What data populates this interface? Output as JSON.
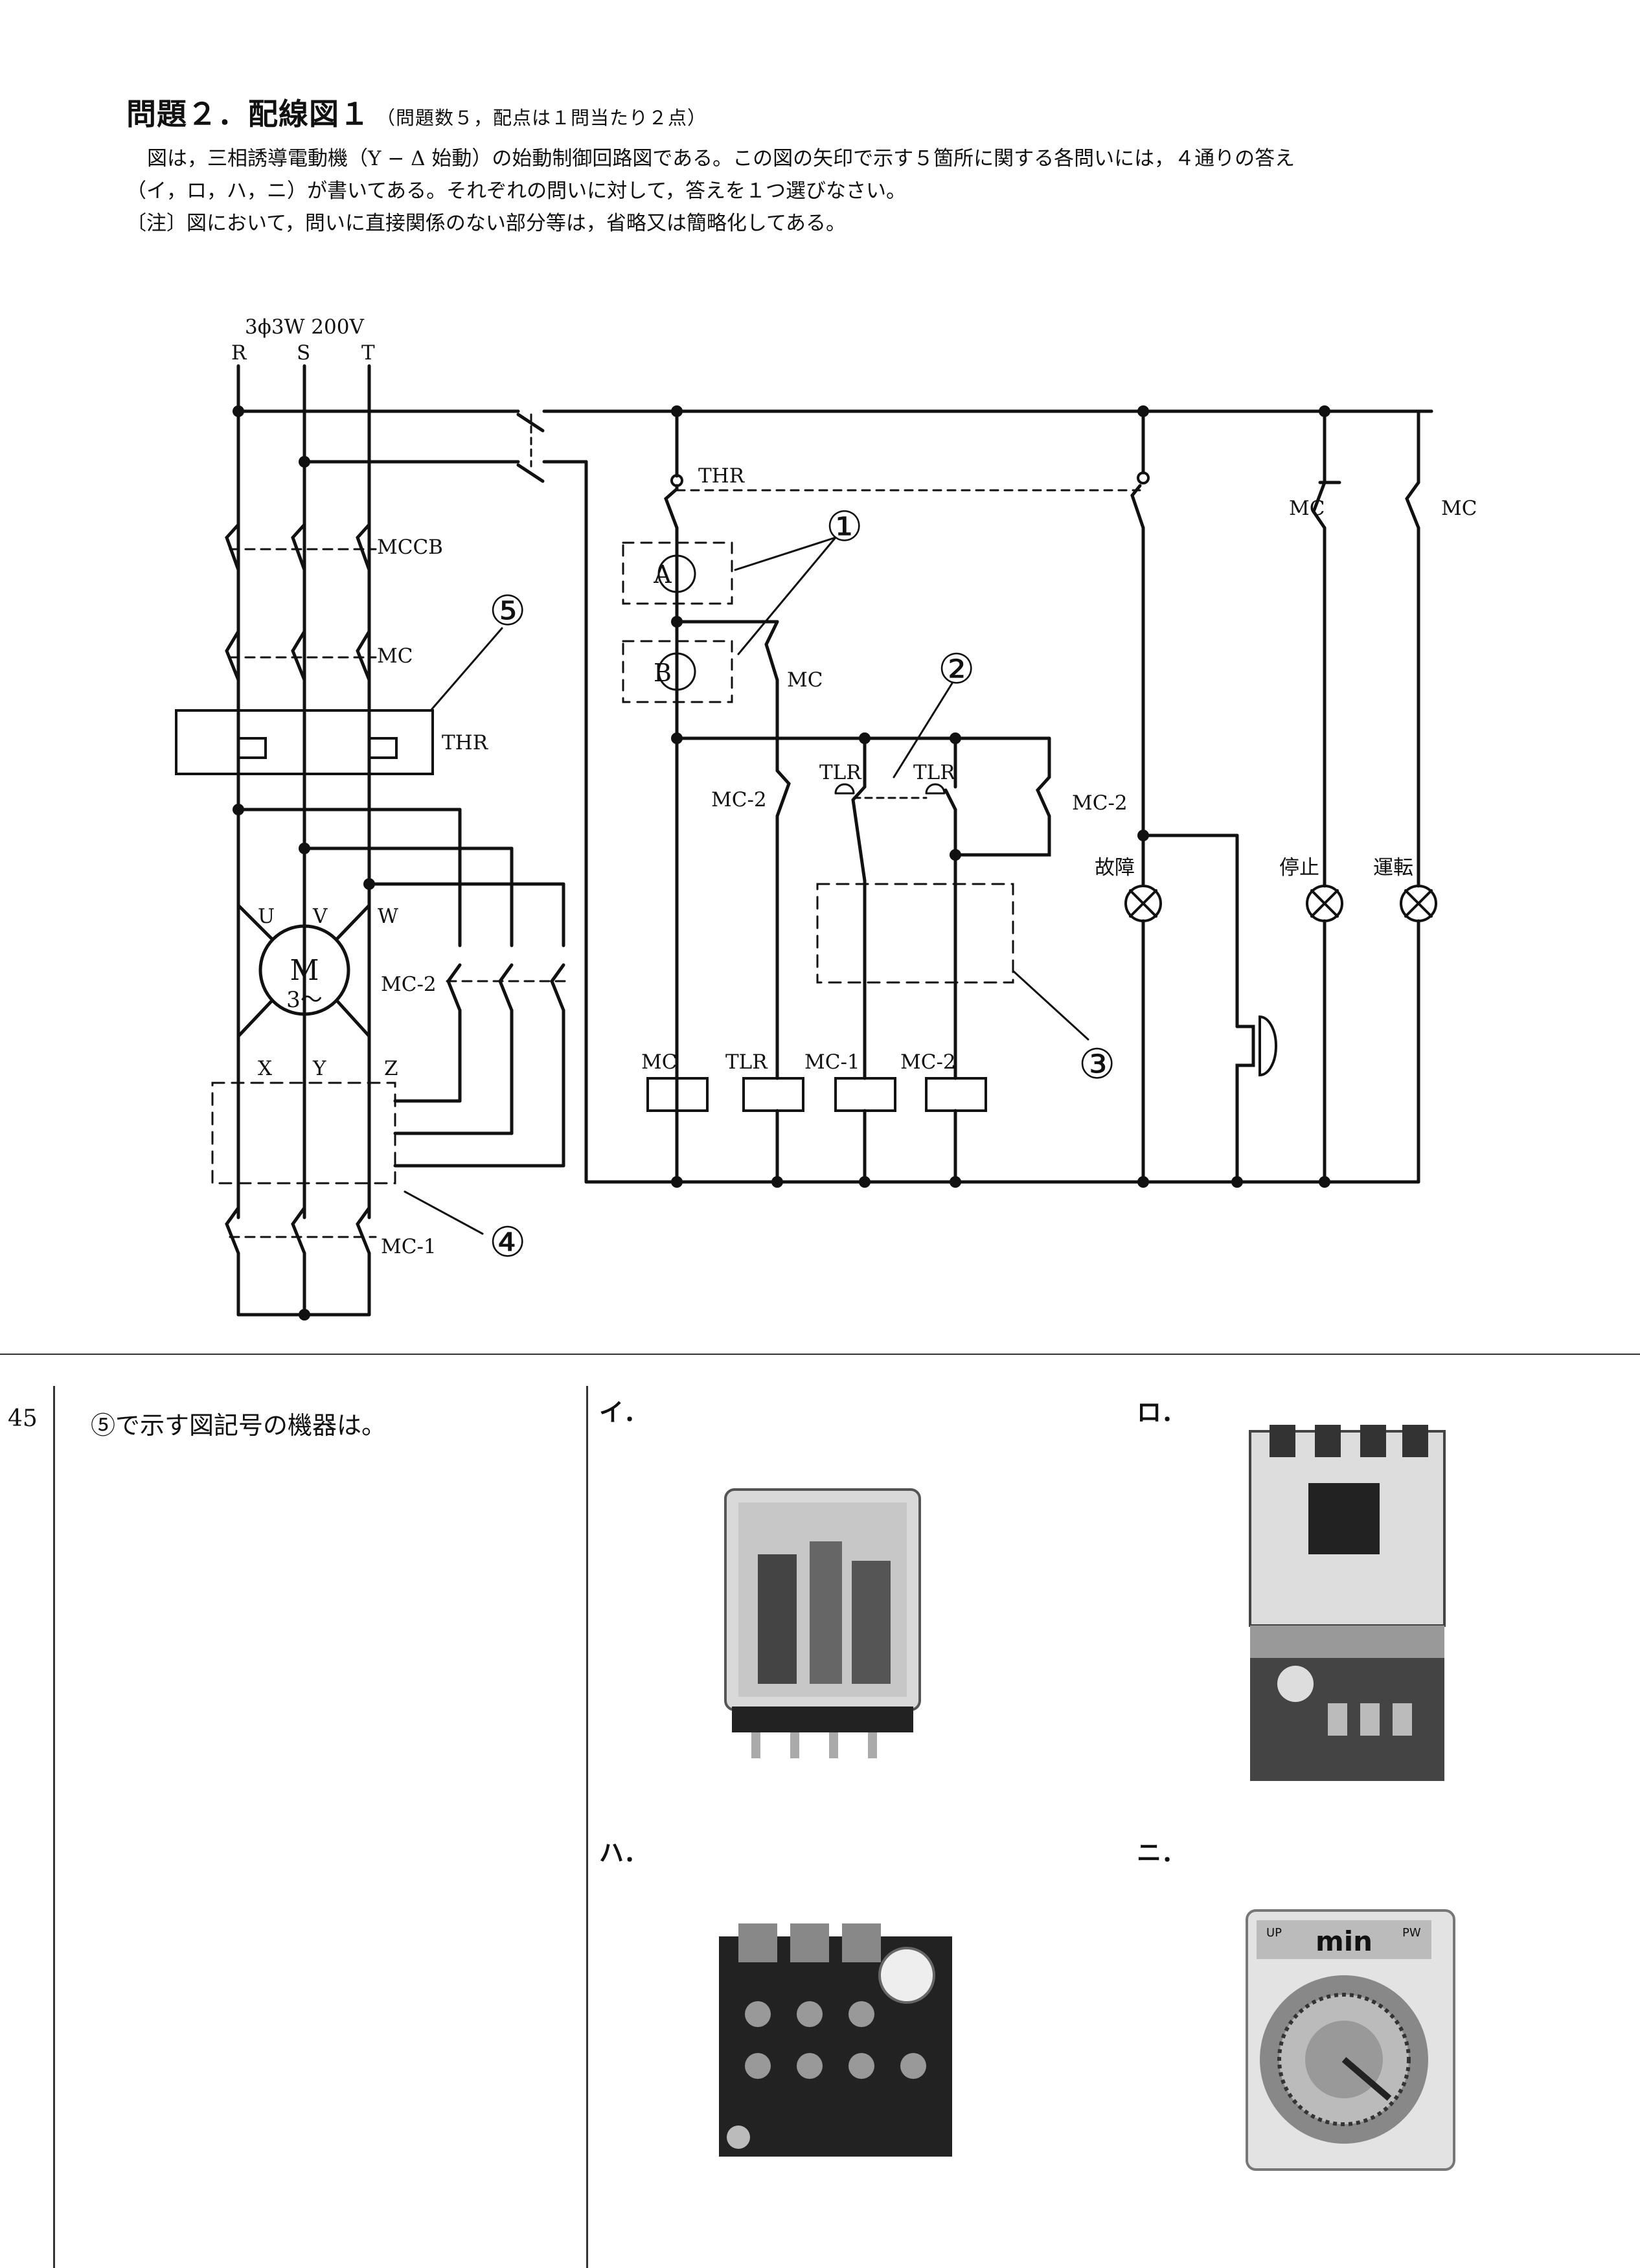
{
  "header": {
    "title": "問題２．配線図１",
    "subtitle": "（問題数５，配点は１問当たり２点）",
    "line1": "図は，三相誘導電動機（Y − Δ 始動）の始動制御回路図である。この図の矢印で示す５箇所に関する各問いには，４通りの答え",
    "line2": "（イ，ロ，ハ，ニ）が書いてある。それぞれの問いに対して，答えを１つ選びなさい。",
    "line3": "〔注〕図において，問いに直接関係のない部分等は，省略又は簡略化してある。"
  },
  "diagram": {
    "supply": "3ϕ3W 200V",
    "phase_r": "R",
    "phase_s": "S",
    "phase_t": "T",
    "mccb": "MCCB",
    "mc_main": "MC",
    "thr_main": "THR",
    "u": "U",
    "v": "V",
    "w": "W",
    "x": "X",
    "y": "Y",
    "z": "Z",
    "motor_m": "M",
    "motor_3": "3〜",
    "mc2_main": "MC-2",
    "mc1_main": "MC-1",
    "thr_ctrl": "THR",
    "box_a": "A",
    "box_b": "B",
    "mc_ctrl": "MC",
    "mc2_left": "MC-2",
    "tlr_left": "TLR",
    "tlr_right": "TLR",
    "mc2_right": "MC-2",
    "coil_mc": "MC",
    "coil_tlr": "TLR",
    "coil_mc1": "MC-1",
    "coil_mc2": "MC-2",
    "lamp_fault": "故障",
    "lamp_stop": "停止",
    "lamp_run": "運転",
    "mc_right1": "MC",
    "mc_right2": "MC",
    "mark1": "①",
    "mark2": "②",
    "mark3": "③",
    "mark4": "④",
    "mark5": "⑤"
  },
  "question": {
    "number": "45",
    "text": "⑤で示す図記号の機器は。",
    "options": [
      {
        "label": "イ．",
        "icon": "plug-in-relay-photo"
      },
      {
        "label": "ロ．",
        "icon": "magnetic-starter-photo"
      },
      {
        "label": "ハ．",
        "icon": "thermal-relay-photo"
      },
      {
        "label": "ニ．",
        "icon": "timer-relay-photo"
      }
    ],
    "timer_face": "min",
    "timer_up": "UP",
    "timer_pw": "PW"
  }
}
